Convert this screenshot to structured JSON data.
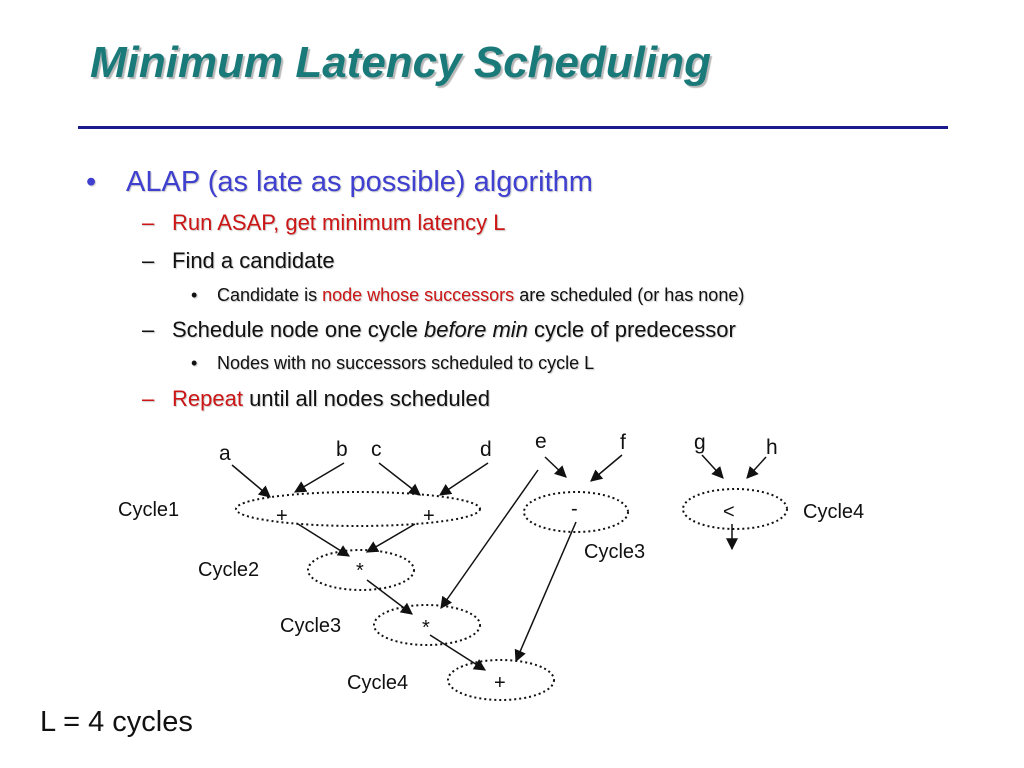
{
  "title": "Minimum Latency Scheduling",
  "bullets": {
    "alap": "ALAP (as late as possible) algorithm",
    "run_asap": "Run ASAP, get minimum latency L",
    "find_candidate": "Find a candidate",
    "candidate": {
      "prefix": "Candidate is ",
      "highlight": "node whose successors",
      "suffix": " are scheduled (or has none)"
    },
    "schedule": {
      "prefix": "Schedule node one cycle ",
      "emphasis": "before min",
      "suffix": " cycle of predecessor"
    },
    "no_successors": "Nodes with no successors scheduled to cycle L",
    "repeat": {
      "highlight": "Repeat",
      "suffix": " until all nodes scheduled"
    }
  },
  "markers": {
    "bullet": "•",
    "dash": "–"
  },
  "diagram": {
    "inputs": [
      "a",
      "b",
      "c",
      "d",
      "e",
      "f",
      "g",
      "h"
    ],
    "ops": {
      "add1": "+",
      "add2": "+",
      "mul1": "*",
      "mul2": "*",
      "add3": "+",
      "sub": "-",
      "lt": "<"
    },
    "cycle_labels": {
      "c1_left": "Cycle1",
      "c2_left": "Cycle2",
      "c3_left": "Cycle3",
      "c4_left": "Cycle4",
      "c3_right": "Cycle3",
      "c4_right": "Cycle4"
    }
  },
  "footer": "L = 4 cycles",
  "colors": {
    "title": "#1a7a7a",
    "rule": "#1a1a8e",
    "level1": "#3f3fd0",
    "highlight": "#cc1515"
  }
}
